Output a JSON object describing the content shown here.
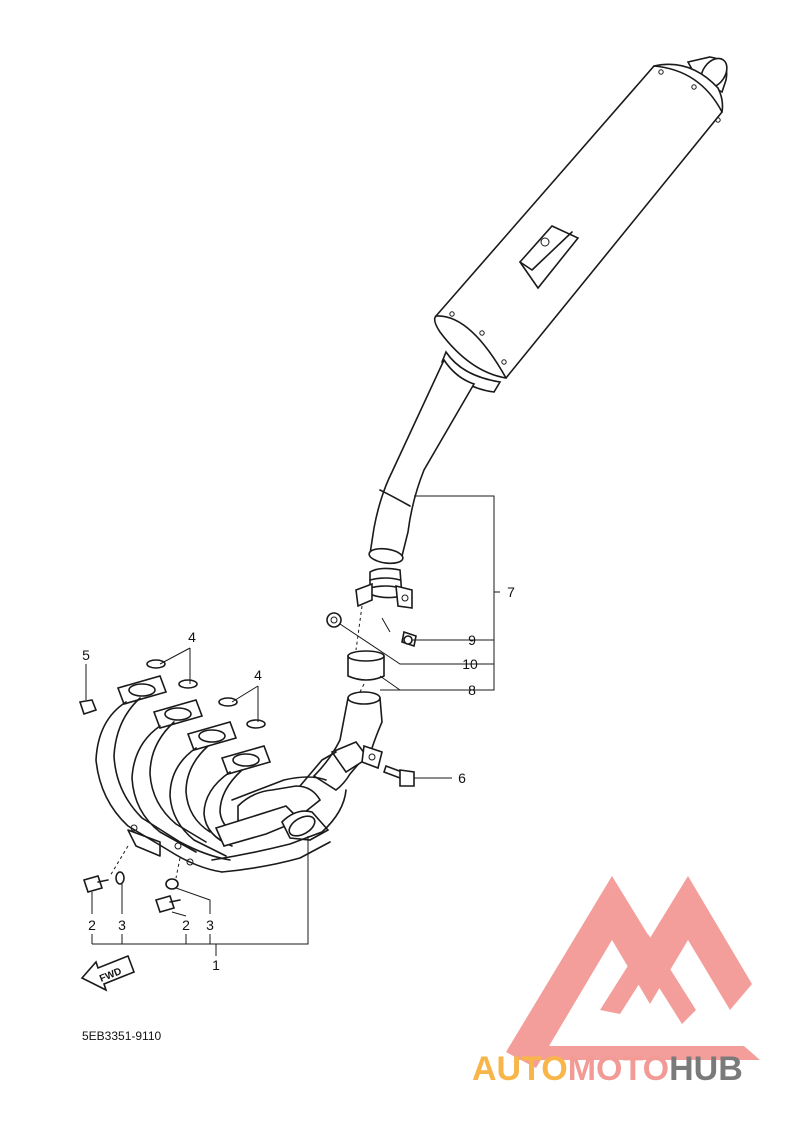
{
  "diagram": {
    "part_code": "5EB3351-9110",
    "fwd_label": "FWD",
    "callouts": {
      "c1": "1",
      "c2a": "2",
      "c2b": "2",
      "c3a": "3",
      "c3b": "3",
      "c4a": "4",
      "c4b": "4",
      "c5": "5",
      "c6": "6",
      "c7": "7",
      "c8": "8",
      "c9": "9",
      "c10": "10"
    }
  },
  "watermark": {
    "part1": "AUTO",
    "part2": "MOTO",
    "part3": "HUB",
    "colors": {
      "auto": "#f7b54a",
      "moto": "#f29a96",
      "hub": "#7a7a7a",
      "logo": "#f28e8a"
    }
  }
}
